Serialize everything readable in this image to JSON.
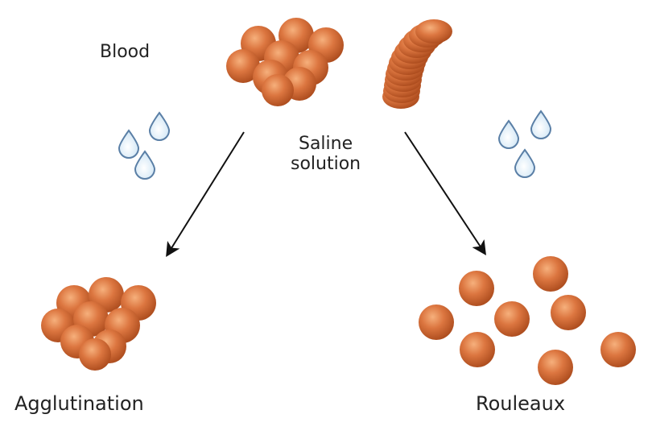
{
  "labels": {
    "blood": "Blood",
    "saline_line1": "Saline",
    "saline_line2": "solution",
    "agglutination": "Agglutination",
    "rouleaux": "Rouleaux"
  },
  "colors": {
    "cell_fill": "#d9733c",
    "cell_dark": "#b55222",
    "cell_light": "#f2a06a",
    "cell_rim": "#9b4418",
    "droplet_stroke": "#5a7fa6",
    "droplet_fill": "#e8f3fb",
    "arrow": "#111111",
    "text": "#222222"
  }
}
